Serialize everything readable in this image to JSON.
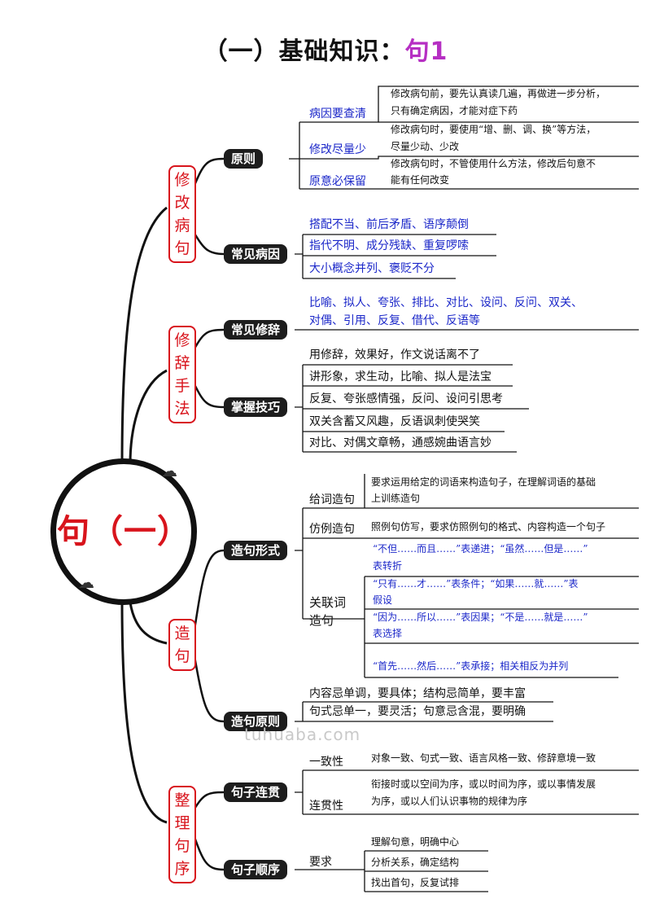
{
  "title": {
    "main": "（一）基础知识：",
    "highlight": "句1"
  },
  "center": {
    "label": "句（一）"
  },
  "watermark": "tuhuaba.com",
  "topics": [
    {
      "label": "修改病句",
      "branches": [
        {
          "label": "原则",
          "items": [
            {
              "label": "病因要查清",
              "detail": [
                "修改病句前，要先认真读几遍，再做进一步分析，",
                "只有确定病因，才能对症下药"
              ]
            },
            {
              "label": "修改尽量少",
              "detail": [
                "修改病句时，要使用“增、删、调、换”等方法，",
                "尽量少动、少改"
              ]
            },
            {
              "label": "原意必保留",
              "detail": [
                "修改病句时，不管使用什么方法，修改后句意不",
                "能有任何改变"
              ]
            }
          ]
        },
        {
          "label": "常见病因",
          "items": [
            "搭配不当、前后矛盾、语序颠倒",
            "指代不明、成分残缺、重复啰嗦",
            "大小概念并列、褒贬不分"
          ]
        }
      ]
    },
    {
      "label": "修辞手法",
      "branches": [
        {
          "label": "常见修辞",
          "items": [
            "比喻、拟人、夸张、排比、对比、设问、反问、双关、",
            "对偶、引用、反复、借代、反语等"
          ]
        },
        {
          "label": "掌握技巧",
          "items": [
            "用修辞，效果好，作文说话离不了",
            "讲形象，求生动，比喻、拟人是法宝",
            "反复、夸张感情强，反问、设问引思考",
            "双关含蓄又风趣，反语讽刺使哭笑",
            "对比、对偶文章畅，通感婉曲语言妙"
          ]
        }
      ]
    },
    {
      "label": "造句",
      "branches": [
        {
          "label": "造句形式",
          "items": [
            {
              "label": "给词造句",
              "detail": [
                "要求运用给定的词语来构造句子，在理解词语的基础",
                "上训练造句"
              ]
            },
            {
              "label": "仿例造句",
              "detail": [
                "照例句仿写，要求仿照例句的格式、内容构造一个句子"
              ]
            },
            {
              "label": "关联词造句",
              "detail": [
                [
                  "“不但……而且……”表递进；“虽然……但是……”",
                  "表转折"
                ],
                [
                  "“只有……才……”表条件；“如果……就……”表",
                  "假设"
                ],
                [
                  "“因为……所以……”表因果；“不是……就是……”",
                  "表选择"
                ],
                [
                  "“首先……然后……”表承接；相关相反为并列"
                ]
              ]
            }
          ]
        },
        {
          "label": "造句原则",
          "items": [
            "内容忌单调，要具体；结构忌简单，要丰富",
            "句式忌单一，要灵活；句意忌含混，要明确"
          ]
        }
      ]
    },
    {
      "label": "整理句序",
      "branches": [
        {
          "label": "句子连贯",
          "items": [
            {
              "label": "一致性",
              "detail": [
                "对象一致、句式一致、语言风格一致、修辞意境一致"
              ]
            },
            {
              "label": "连贯性",
              "detail": [
                "衔接时或以空间为序，或以时间为序，或以事情发展",
                "为序，或以人们认识事物的规律为序"
              ]
            }
          ]
        },
        {
          "label": "句子顺序",
          "items": [
            {
              "label": "要求",
              "detail": [
                "理解句意，明确中心",
                "分析关系，确定结构",
                "找出首句，反复试排"
              ]
            }
          ]
        }
      ]
    }
  ]
}
